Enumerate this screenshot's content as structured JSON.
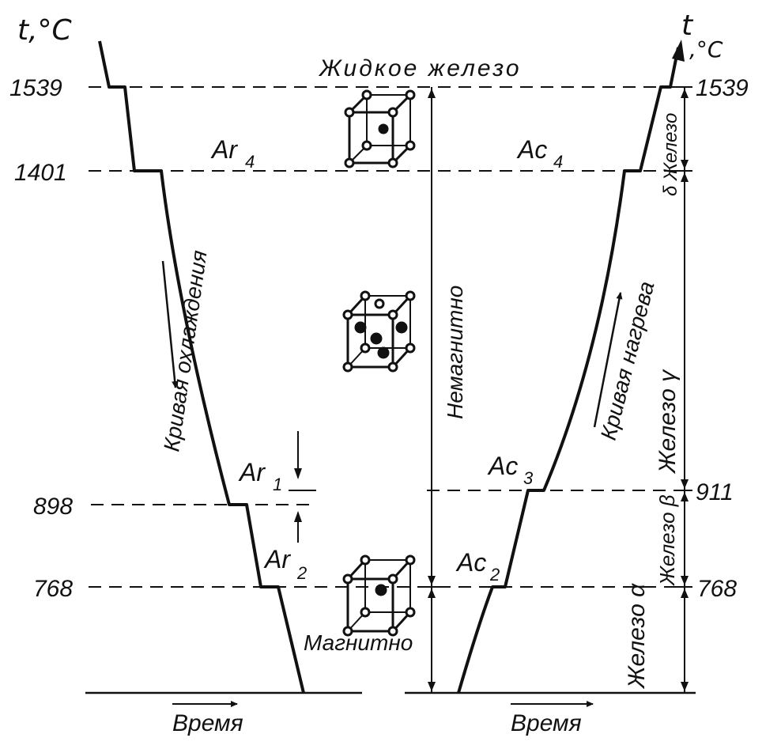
{
  "axes": {
    "left_unit": "t,°C",
    "right_unit_t": "t",
    "right_unit_deg": ",°C",
    "time_left": "Время",
    "time_right": "Время"
  },
  "temperatures": {
    "left": [
      "1539",
      "1401",
      "898",
      "768"
    ],
    "right": [
      "1539",
      "911",
      "768"
    ]
  },
  "labels": {
    "liquid_iron": "Жидкое железо",
    "ar4": "Ar",
    "ar4_sub": "4",
    "ac4": "Ac",
    "ac4_sub": "4",
    "ar1": "Ar",
    "ar1_sub": "1",
    "ar2": "Ar",
    "ar2_sub": "2",
    "ac3": "Ac",
    "ac3_sub": "3",
    "ac2": "Ac",
    "ac2_sub": "2",
    "cooling_curve": "Кривая охлаждения",
    "heating_curve": "Кривая нагрева",
    "nonmagnetic": "Немагнитно",
    "magnetic": "Магнитно",
    "delta_iron": "δ Железо",
    "gamma_iron": "Железо γ",
    "beta_iron": "Железо β",
    "alpha_iron": "Железо α"
  }
}
